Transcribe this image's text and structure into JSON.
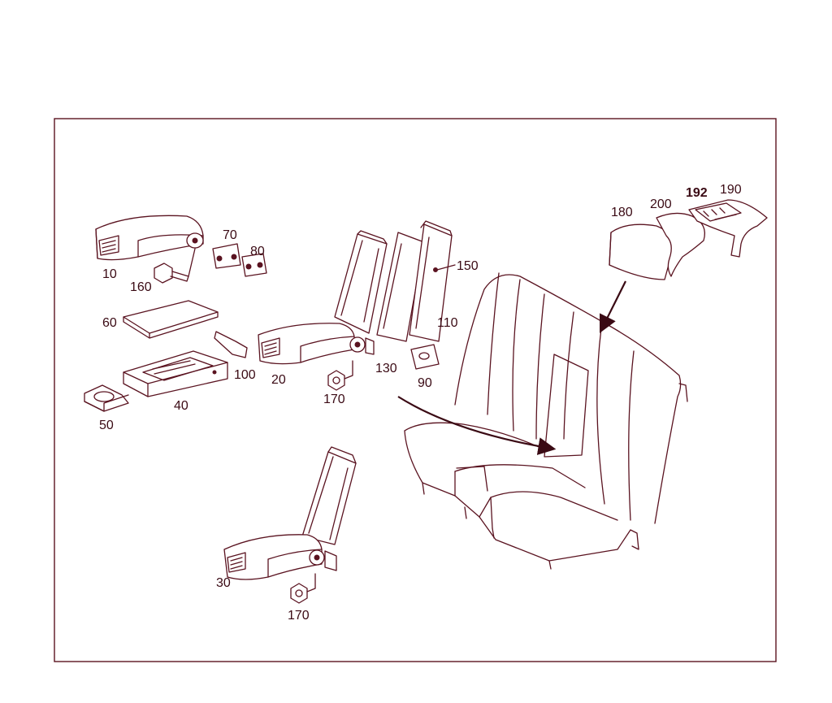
{
  "diagram": {
    "colors": {
      "line": "#5a1320",
      "text": "#3a0a14",
      "background": "#ffffff"
    },
    "callouts": {
      "p10": "10",
      "p20": "20",
      "p30": "30",
      "p40": "40",
      "p50": "50",
      "p60": "60",
      "p70": "70",
      "p80": "80",
      "p90": "90",
      "p100": "100",
      "p110": "110",
      "p130": "130",
      "p150": "150",
      "p160": "160",
      "p170a": "170",
      "p170b": "170",
      "p180": "180",
      "p190": "190",
      "p192": "192",
      "p200": "200"
    }
  }
}
